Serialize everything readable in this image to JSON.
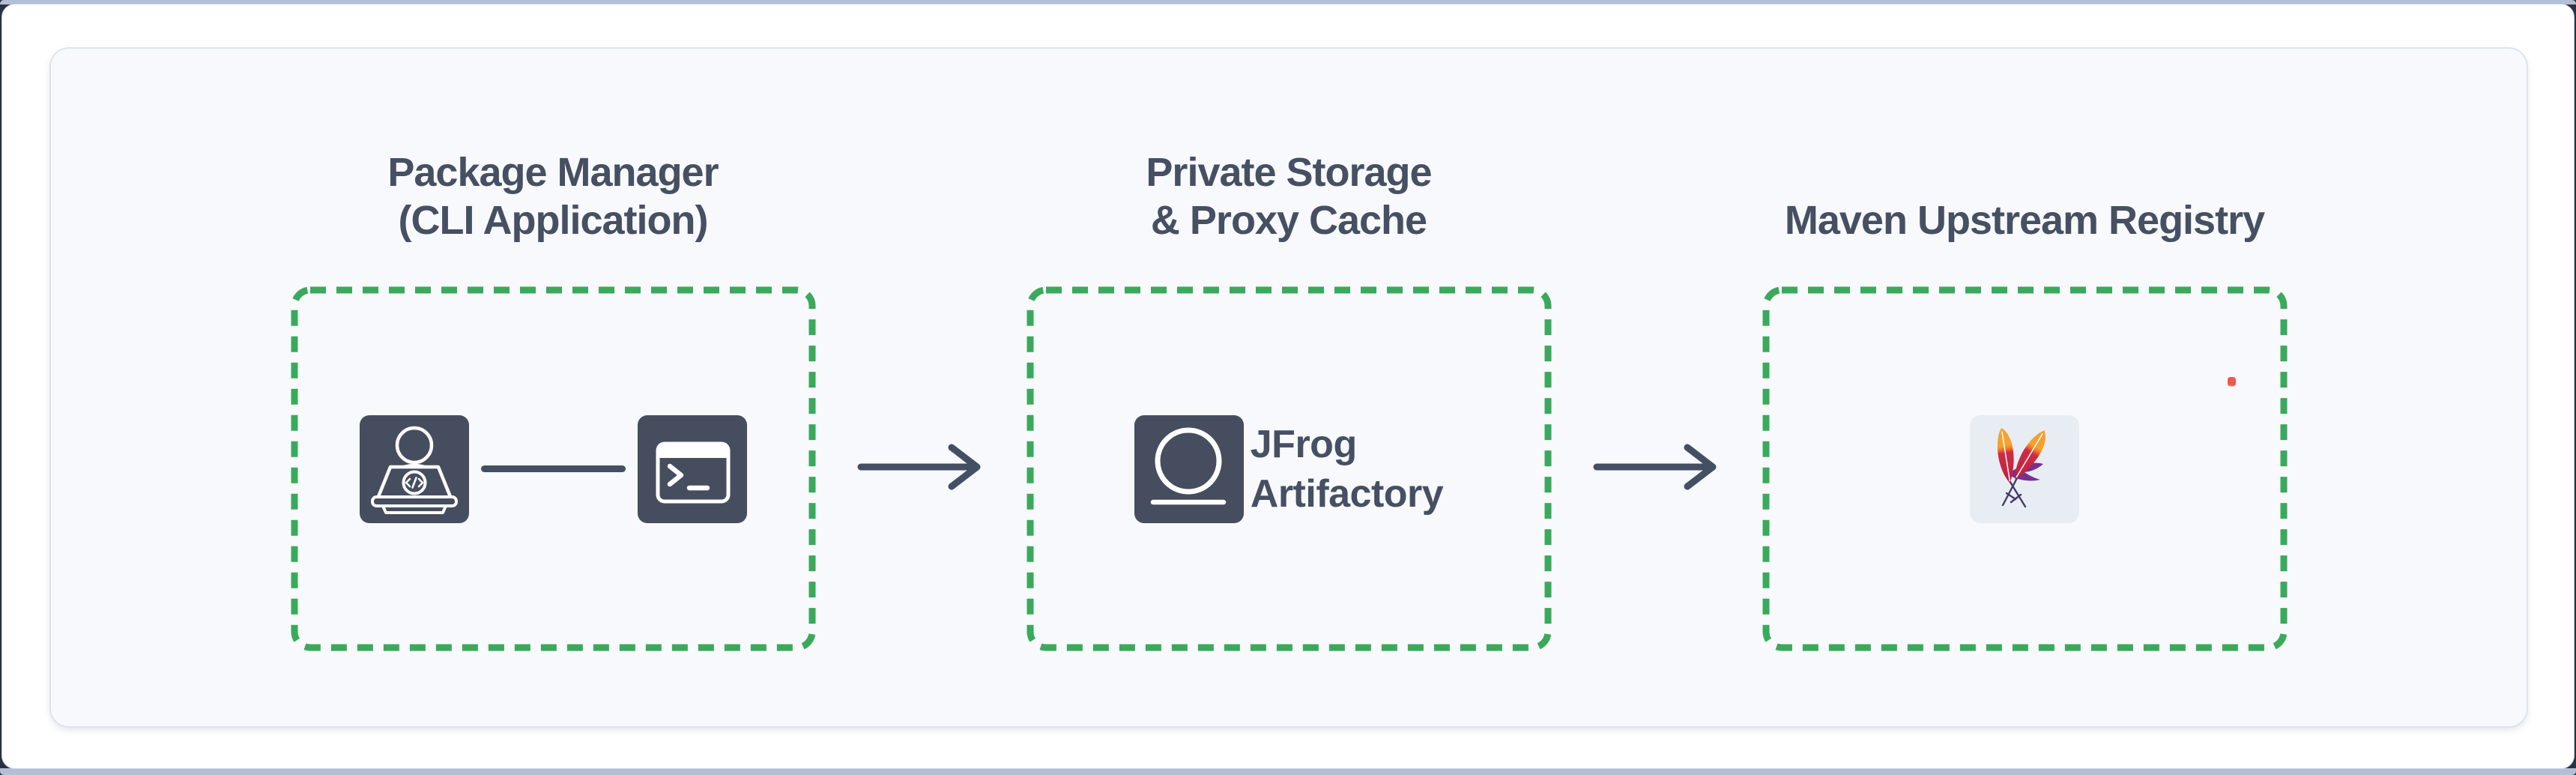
{
  "diagram": {
    "columns": [
      {
        "title_line1": "Package Manager",
        "title_line2": "(CLI Application)",
        "icons": [
          "developer-laptop-icon",
          "terminal-icon"
        ]
      },
      {
        "title_line1": "Private Storage",
        "title_line2": "& Proxy Cache",
        "label_line1": "JFrog",
        "label_line2": "Artifactory",
        "icons": [
          "jfrog-artifactory-icon"
        ]
      },
      {
        "title_line1": "Maven Upstream Registry",
        "title_line2": "",
        "icons": [
          "maven-logo-icon",
          "red-status-dot"
        ]
      }
    ],
    "connectors": [
      "arrow-right-icon",
      "arrow-right-icon"
    ]
  },
  "theme": {
    "green_dash": "#3aa95b",
    "icon_tile": "#454d5f",
    "text_dark": "#474f63",
    "arrow": "#454f63",
    "panel_bg": "#f7f9fc",
    "panel_border": "#dde4ee",
    "card_border": "#ccd6e4",
    "strip": "#b2bfd4",
    "page_edge_dark": "#2a3140",
    "maven_tile_bg": "#e8edf4",
    "red_dot": "#f4584a",
    "maven_orange": "#f6a02d",
    "maven_red": "#d02b44",
    "maven_purple": "#7b2f8e"
  }
}
